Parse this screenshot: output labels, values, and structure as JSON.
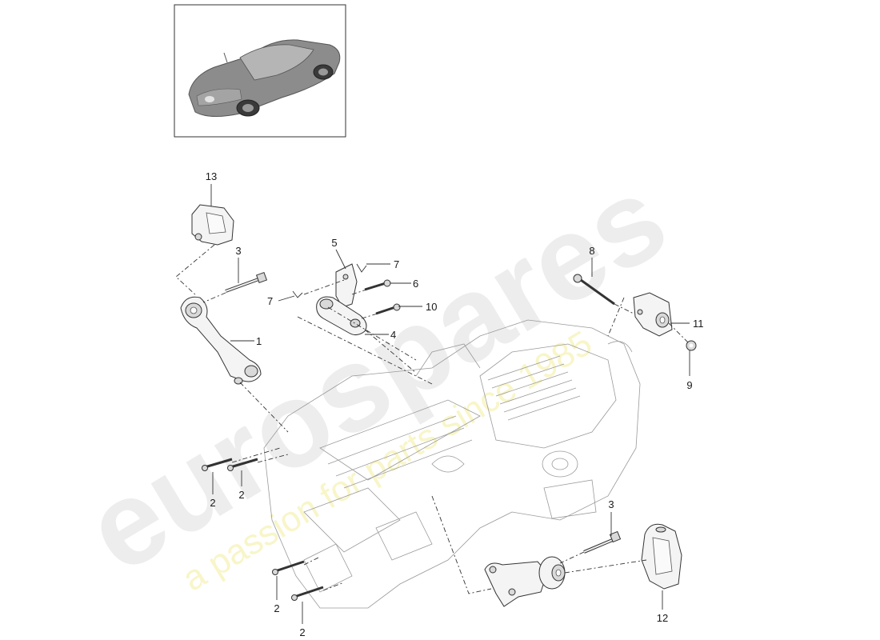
{
  "diagram": {
    "callouts": [
      {
        "id": "c13",
        "label": "13"
      },
      {
        "id": "c3a",
        "label": "3"
      },
      {
        "id": "c1",
        "label": "1"
      },
      {
        "id": "c5",
        "label": "5"
      },
      {
        "id": "c7a",
        "label": "7"
      },
      {
        "id": "c6",
        "label": "6"
      },
      {
        "id": "c7b",
        "label": "7"
      },
      {
        "id": "c10",
        "label": "10"
      },
      {
        "id": "c4",
        "label": "4"
      },
      {
        "id": "c8",
        "label": "8"
      },
      {
        "id": "c11",
        "label": "11"
      },
      {
        "id": "c9",
        "label": "9"
      },
      {
        "id": "c2a",
        "label": "2"
      },
      {
        "id": "c2b",
        "label": "2"
      },
      {
        "id": "c3b",
        "label": "3"
      },
      {
        "id": "c2c",
        "label": "2"
      },
      {
        "id": "c2d",
        "label": "2"
      },
      {
        "id": "c12",
        "label": "12"
      }
    ],
    "watermark": {
      "brand": "eurospares",
      "tagline": "a passion for parts since 1985"
    },
    "colors": {
      "line": "#333333",
      "part_fill": "#f4f4f4",
      "watermark_brand": "#d8d8d8",
      "watermark_tagline": "#f2ec9a",
      "car_body": "#8c8c8c"
    }
  }
}
